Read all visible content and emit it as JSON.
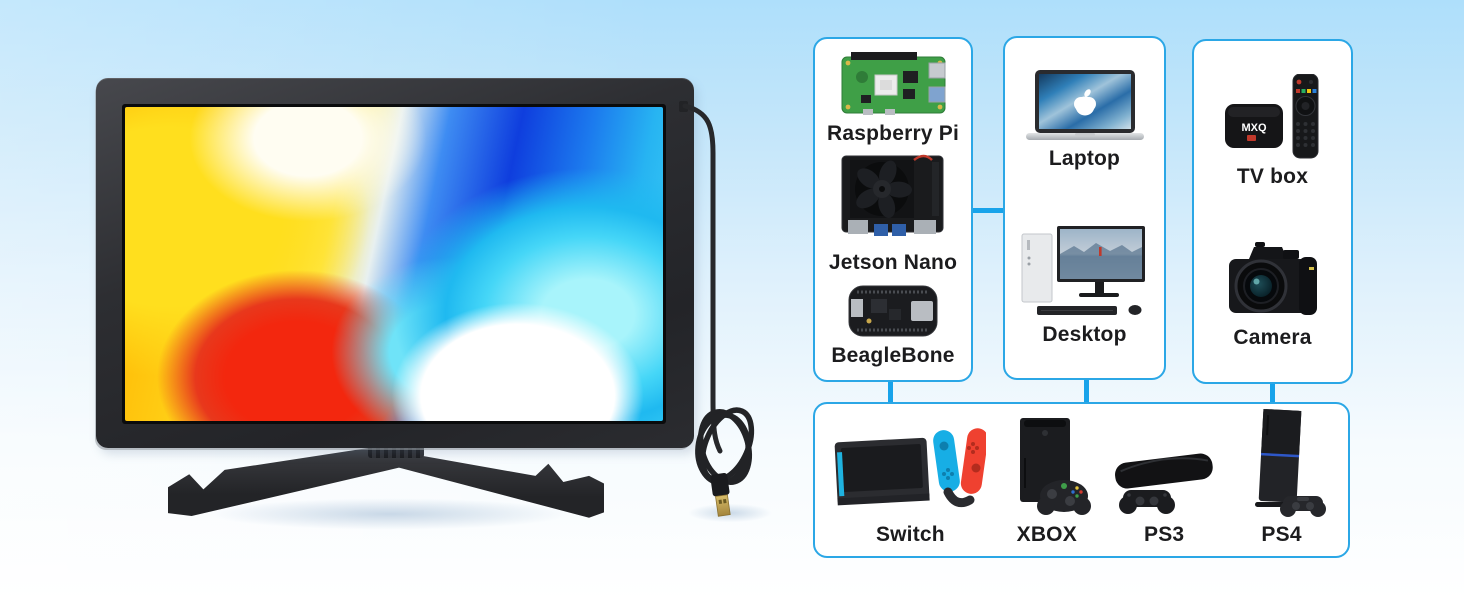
{
  "background": {
    "top_color": "#aedffb",
    "bottom_color": "#ffffff"
  },
  "monitor": {
    "wallpaper_colors": [
      "#ffd91e",
      "#ffffff",
      "#f3270e",
      "#0f3ede",
      "#3fd2f6"
    ],
    "frame_color": "#2b2c30"
  },
  "diagram": {
    "accent_color": "#2ba7e6",
    "connector_color": "#18a3ea",
    "label_color": "#1c1c1e",
    "tv_box_logo": "MXQ",
    "groups": [
      {
        "name": "single-board-computers",
        "items": [
          {
            "label": "Raspberry Pi"
          },
          {
            "label": "Jetson Nano"
          },
          {
            "label": "BeagleBone"
          }
        ]
      },
      {
        "name": "computers",
        "items": [
          {
            "label": "Laptop"
          },
          {
            "label": "Desktop"
          }
        ]
      },
      {
        "name": "media-devices",
        "items": [
          {
            "label": "TV box"
          },
          {
            "label": "Camera"
          }
        ]
      },
      {
        "name": "game-consoles",
        "items": [
          {
            "label": "Switch"
          },
          {
            "label": "XBOX"
          },
          {
            "label": "PS3"
          },
          {
            "label": "PS4"
          }
        ]
      }
    ]
  }
}
